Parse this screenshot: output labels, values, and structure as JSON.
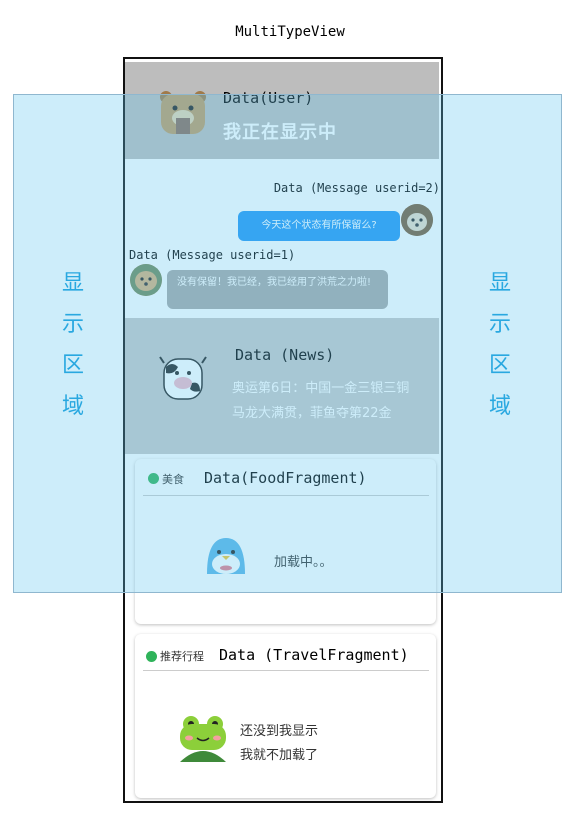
{
  "title": "MultiTypeView",
  "user": {
    "name": "Data(User)",
    "status": "我正在显示中"
  },
  "chat": {
    "msg2_label": "Data (Message userid=2)",
    "msg2_text": "今天这个状态有所保留么?",
    "msg1_label": "Data (Message userid=1)",
    "msg1_text": "没有保留！我已经，我已经用了洪荒之力啦!"
  },
  "news": {
    "title": "Data (News)",
    "line1": "奥运第6日：中国一金三银三铜",
    "line2": "马龙大满贯，菲鱼夺第22金"
  },
  "food": {
    "tag": "美食",
    "title": "Data(FoodFragment)",
    "loading": "加载中。。"
  },
  "travel": {
    "tag": "推荐行程",
    "title": "Data (TravelFragment)",
    "line1": "还没到我显示",
    "line2": "我就不加载了"
  },
  "display_area": {
    "label_chars": [
      "显",
      "示",
      "区",
      "域"
    ]
  },
  "colors": {
    "bubble_blue": "#2196f3",
    "overlay": "#64c8f0",
    "label": "#29a8e0",
    "tag_green": "#2fb35a"
  },
  "icons": [
    "bear-avatar-icon",
    "dog-avatar-icon",
    "cow-avatar-icon",
    "penguin-icon",
    "frog-icon",
    "tag-icon"
  ]
}
